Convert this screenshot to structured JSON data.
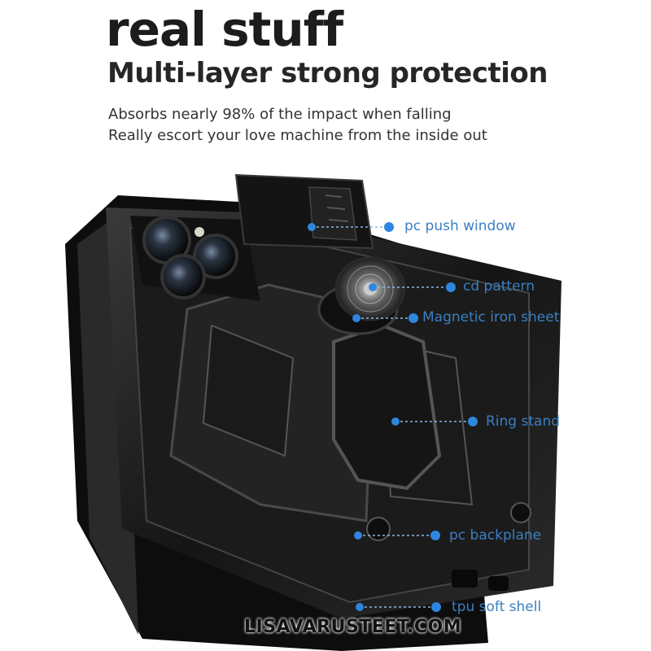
{
  "heading": {
    "title": "real stuff",
    "subtitle": "Multi-layer strong protection"
  },
  "description": {
    "line1": "Absorbs nearly 98% of the impact when falling",
    "line2": "Really escort your love machine from the inside out"
  },
  "callouts": [
    {
      "id": "push-window",
      "label": "pc push window"
    },
    {
      "id": "cd-pattern",
      "label": "cd pattern"
    },
    {
      "id": "magnetic-sheet",
      "label": "Magnetic iron sheet"
    },
    {
      "id": "ring-stand",
      "label": "Ring stand"
    },
    {
      "id": "backplane",
      "label": "pc backplane"
    },
    {
      "id": "soft-shell",
      "label": "tpu soft shell"
    }
  ],
  "watermark": "LISAVARUSTEET.COM",
  "colors": {
    "callout": "#3a7fc2",
    "dot": "#2e86de",
    "case": "#1a1a1a"
  }
}
